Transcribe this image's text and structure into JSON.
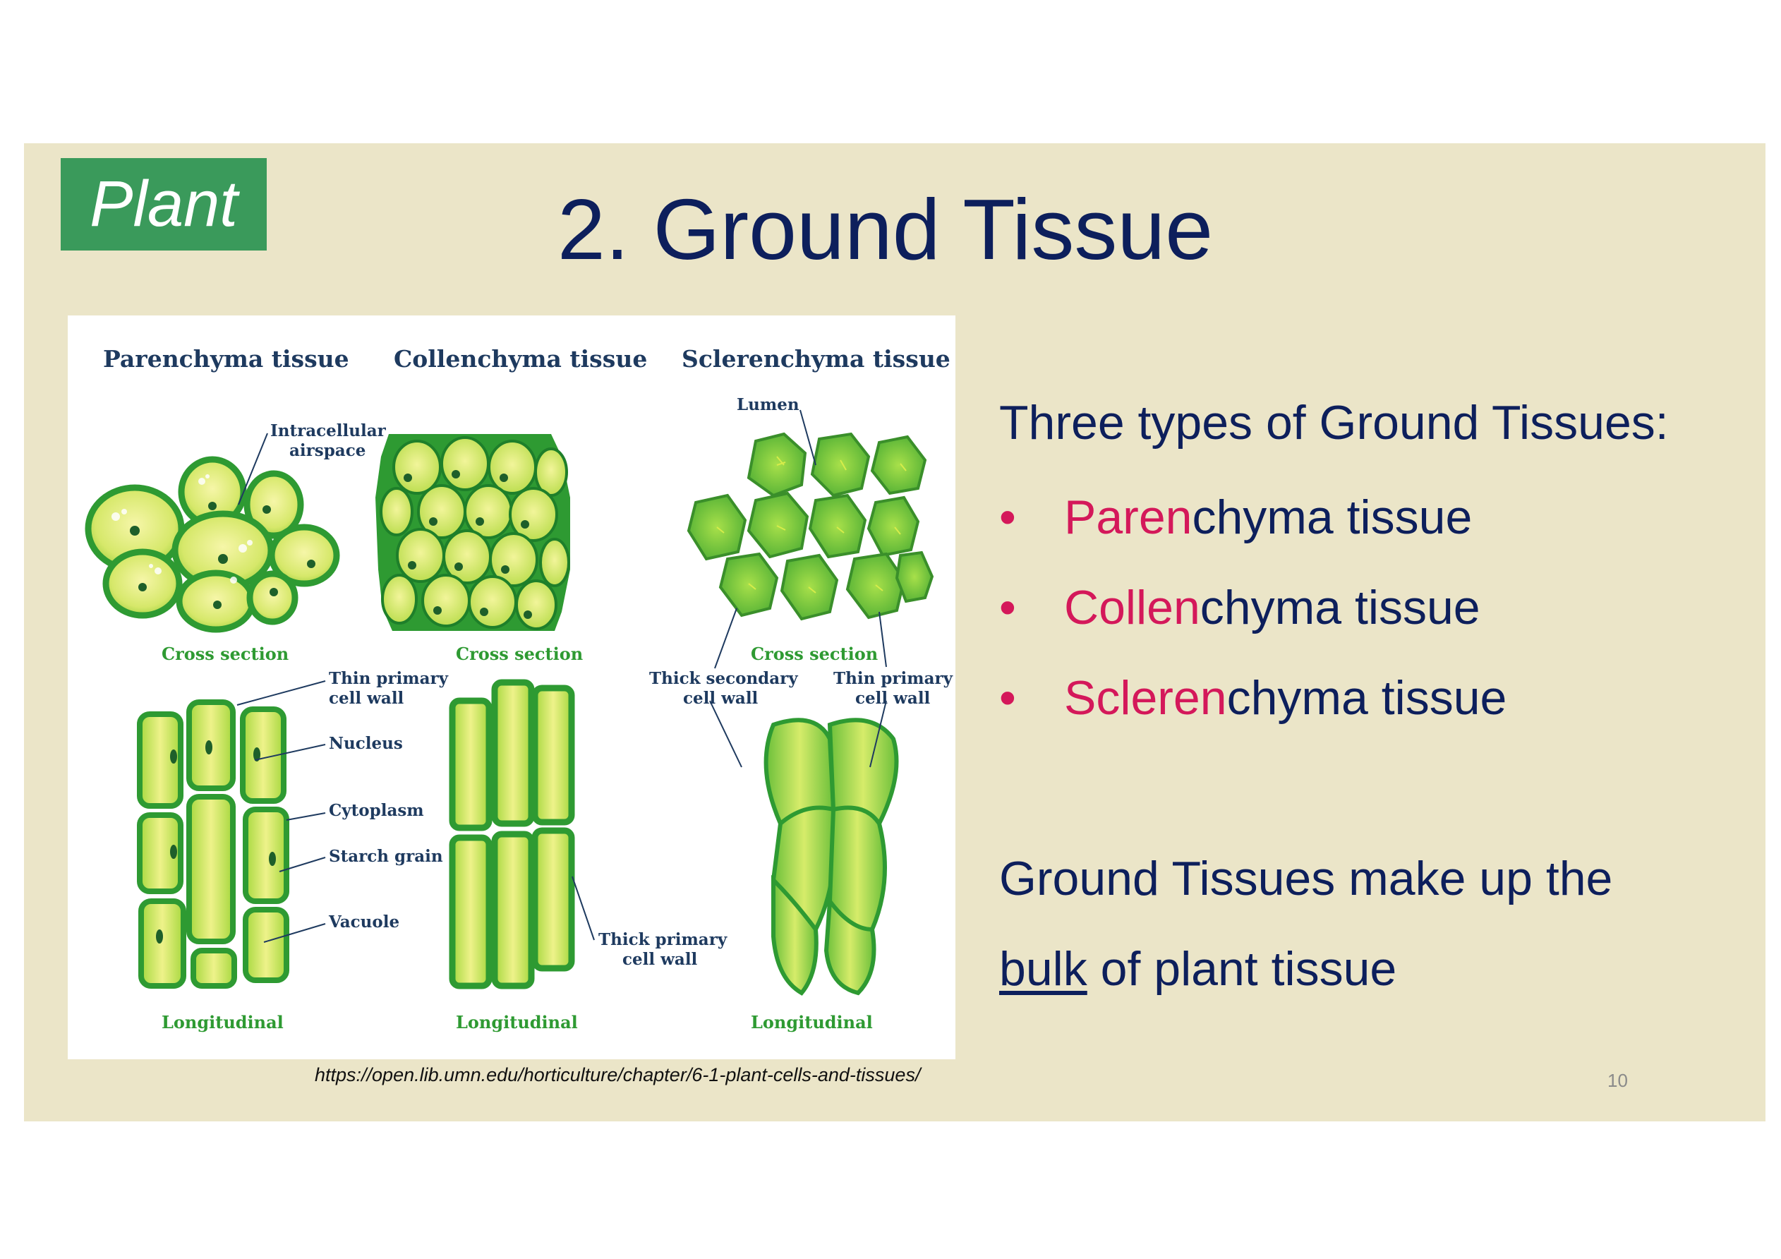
{
  "tag": "Plant",
  "title": "2. Ground Tissue",
  "figure": {
    "col_titles": [
      "Parenchyma tissue",
      "Collenchyma tissue",
      "Sclerenchyma tissue"
    ],
    "cross_section": "Cross section",
    "longitudinal": "Longitudinal",
    "labels": {
      "intracellular_1": "Intracellular",
      "intracellular_2": "airspace",
      "lumen": "Lumen",
      "thin_primary_1": "Thin primary",
      "thin_primary_2": "cell wall",
      "nucleus": "Nucleus",
      "cytoplasm": "Cytoplasm",
      "starch": "Starch grain",
      "vacuole": "Vacuole",
      "thick_primary_1": "Thick primary",
      "thick_primary_2": "cell wall",
      "thick_secondary_1": "Thick secondary",
      "thick_secondary_2": "cell wall",
      "thin_primary_r1": "Thin primary",
      "thin_primary_r2": "cell wall"
    }
  },
  "source": "https://open.lib.umn.edu/horticulture/chapter/6-1-plant-cells-and-tissues/",
  "heading": "Three types of Ground Tissues:",
  "bullets": [
    {
      "marker": "•",
      "highlight": "Paren",
      "rest": "chyma tissue"
    },
    {
      "marker": "•",
      "highlight": "Collen",
      "rest": "chyma tissue"
    },
    {
      "marker": "•",
      "highlight": "Scleren",
      "rest": "chyma tissue"
    }
  ],
  "paragraph": {
    "line1": "Ground Tissues make up the",
    "underlined": "bulk",
    "line2_rest": " of plant tissue"
  },
  "page_number": "10",
  "colors": {
    "slide_bg": "#ebe5c8",
    "tag_bg": "#3a9a5b",
    "title": "#0d1f5c",
    "highlight": "#d4185a",
    "cell_green": "#3fa535",
    "cell_yellow": "#e6ef7a"
  }
}
